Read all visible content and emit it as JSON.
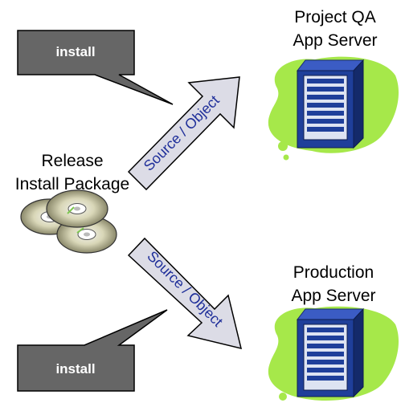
{
  "callouts": {
    "top": "install",
    "bottom": "install"
  },
  "package": {
    "line1": "Release",
    "line2": "Install Package"
  },
  "arrows": {
    "upper": "Source / Object",
    "lower": "Source / Object"
  },
  "servers": {
    "qa": {
      "line1": "Project QA",
      "line2": "App Server"
    },
    "prod": {
      "line1": "Production",
      "line2": "App Server"
    }
  },
  "colors": {
    "callout_fill": "#666666",
    "arrow_fill": "#dcdce6",
    "arrow_text": "#1f2f9a",
    "server_blob": "#a6e84a",
    "server_body": "#1f3f9a"
  }
}
